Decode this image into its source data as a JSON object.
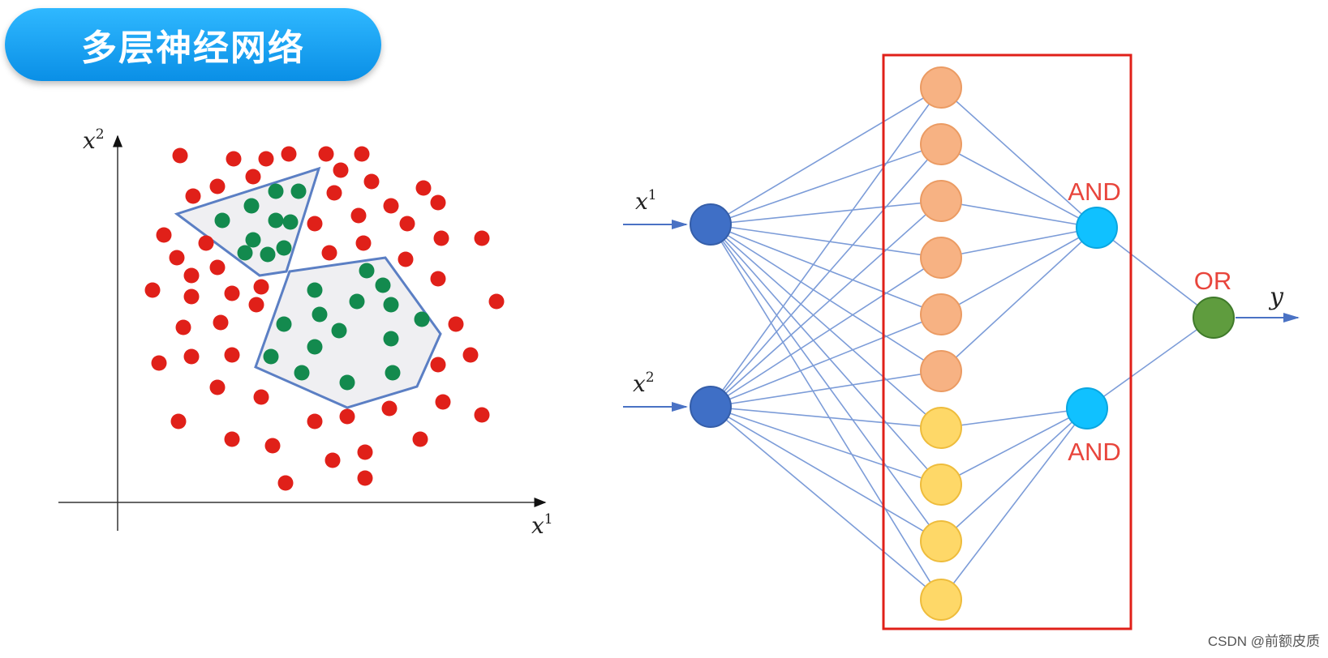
{
  "title": "多层神经网络",
  "scatter": {
    "x_axis_label": "x",
    "x_axis_sup": "1",
    "y_axis_label": "x",
    "y_axis_sup": "2",
    "colors": {
      "outside": "#e02019",
      "inside": "#138a4e",
      "region_fill": "#efeff2",
      "region_stroke": "#5b7fc4"
    }
  },
  "network": {
    "inputs": [
      {
        "label": "x",
        "sup": "1"
      },
      {
        "label": "x",
        "sup": "2"
      }
    ],
    "hidden_count": 10,
    "and_label_top": "AND",
    "and_label_bottom": "AND",
    "or_label": "OR",
    "output_label": "y",
    "colors": {
      "input": "#3f6fc6",
      "hidden_orange": "#f7b283",
      "hidden_yellow": "#fed868",
      "and_node": "#10c1ff",
      "or_node": "#5f9c3e",
      "edge": "#7c9cd8",
      "box": "#e02019"
    }
  },
  "watermark": "CSDN @前额皮质"
}
